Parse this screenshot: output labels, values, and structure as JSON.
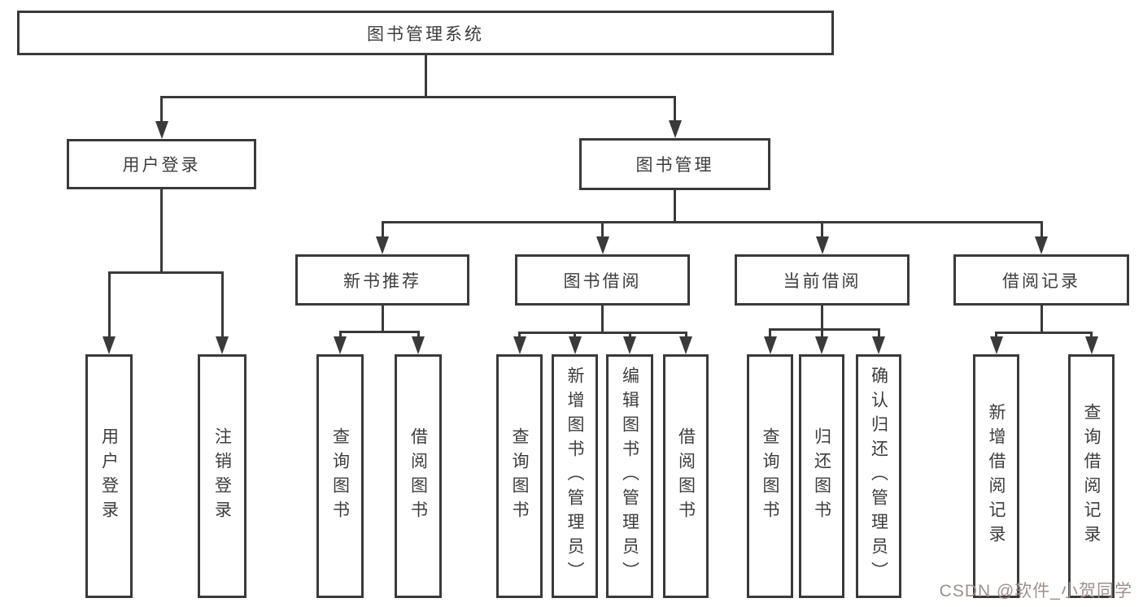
{
  "tree": {
    "root": {
      "label": "图书管理系统"
    },
    "level1": [
      {
        "label": "用户登录"
      },
      {
        "label": "图书管理"
      }
    ],
    "level2": [
      {
        "label": "新书推荐"
      },
      {
        "label": "图书借阅"
      },
      {
        "label": "当前借阅"
      },
      {
        "label": "借阅记录"
      }
    ],
    "leaves": {
      "user_login": [
        "用户登录",
        "注销登录"
      ],
      "new_book_recommend": [
        "查询图书",
        "借阅图书"
      ],
      "book_borrowing": [
        "查询图书",
        "新增图书（管理员）",
        "编辑图书（管理员）",
        "借阅图书"
      ],
      "current_borrowing": [
        "查询图书",
        "归还图书",
        "确认归还（管理员）"
      ],
      "borrowing_records": [
        "新增借阅记录",
        "查询借阅记录"
      ]
    }
  },
  "watermark": {
    "text": "CSDN @软件_小贺同学"
  },
  "colors": {
    "line": "#3a3a3a",
    "text": "#3d3d3d",
    "background": "#ffffff",
    "watermark": "#9b918e"
  }
}
